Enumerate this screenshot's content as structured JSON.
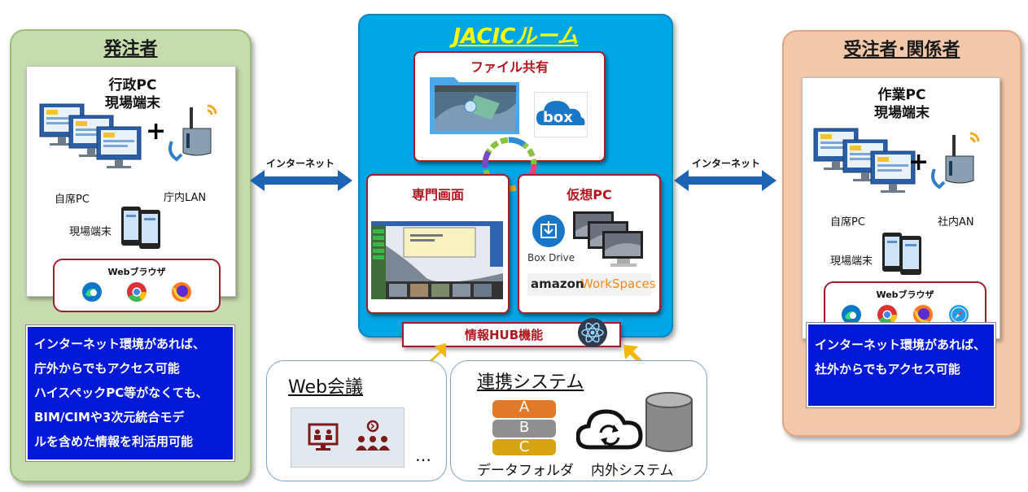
{
  "center": {
    "title": "JACICルーム",
    "file_share": {
      "title": "ファイル共有",
      "box_logo": "box"
    },
    "special_screen": {
      "title": "専門画面"
    },
    "virtual_pc": {
      "title": "仮想PC",
      "box_drive": "Box Drive",
      "amazon": "amazon",
      "workspaces": "WorkSpaces"
    },
    "hub": {
      "title": "情報HUB機能"
    }
  },
  "left": {
    "title": "発注者",
    "device_title_1": "行政PC",
    "device_title_2": "現場端末",
    "plus": "+",
    "desk_pc": "自席PC",
    "lan": "庁内LAN",
    "field_terminal": "現場端末",
    "browser_title": "Webブラウザ",
    "info_lines": [
      "インターネット環境があれば、",
      "庁外からでもアクセス可能",
      "ハイスペックPC等がなくても、",
      "BIM/CIMや3次元統合モデ",
      "ルを含めた情報を利活用可能"
    ]
  },
  "right": {
    "title": "受注者･関係者",
    "device_title_1": "作業PC",
    "device_title_2": "現場端末",
    "plus": "+",
    "desk_pc": "自席PC",
    "lan": "社内AN",
    "field_terminal": "現場端末",
    "browser_title": "Webブラウザ",
    "info_lines": [
      "インターネット環境があれば、",
      "社外からでもアクセス可能"
    ]
  },
  "arrows": {
    "left_label": "インターネット",
    "right_label": "インターネット"
  },
  "web_meeting": {
    "title": "Web会議",
    "ellipsis": "…"
  },
  "linked_system": {
    "title": "連携システム",
    "stack_labels": [
      "A",
      "B",
      "C"
    ],
    "data_folder": "データフォルダ",
    "internal_external": "内外システム"
  },
  "colors": {
    "left_panel": "#c6dcae",
    "right_panel": "#f3c8aa",
    "center_panel": "#00a6e6",
    "title_yellow": "#ffff00",
    "accent_red": "#a01e2c",
    "info_blue": "#0018d8",
    "arrow_blue": "#1f64b4",
    "arrow_yellow": "#f5b800"
  }
}
